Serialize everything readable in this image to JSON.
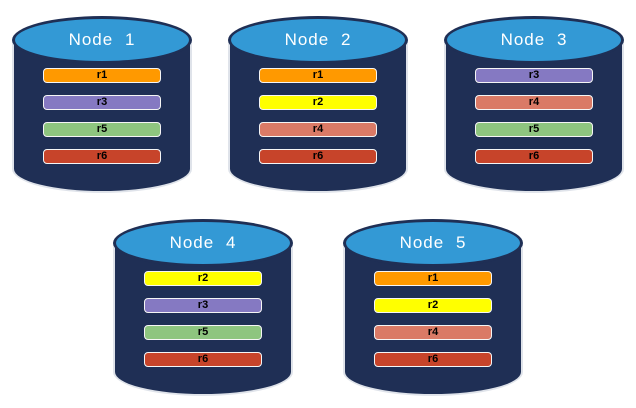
{
  "diagram": {
    "type": "database-replica-distribution",
    "colors": {
      "page_background": "#ffffff",
      "cylinder_body": "#1F2F55",
      "cylinder_top_fill": "#3399D5",
      "cylinder_top_border": "#1F2F55",
      "cylinder_outline": "#dfe3ea",
      "title_text": "#FFFFFF",
      "bar_text": "#000000",
      "bar_border": "#F5F5F5"
    },
    "replica_colors": {
      "r1": "#FF9900",
      "r2": "#FFFF00",
      "r3": "#8579C2",
      "r4": "#DA7A66",
      "r5": "#8EC57F",
      "r6": "#C7442A"
    },
    "nodes": [
      {
        "label": "Node 1",
        "row": 1,
        "replicas": [
          "r1",
          "r3",
          "r5",
          "r6"
        ]
      },
      {
        "label": "Node 2",
        "row": 1,
        "replicas": [
          "r1",
          "r2",
          "r4",
          "r6"
        ]
      },
      {
        "label": "Node 3",
        "row": 1,
        "replicas": [
          "r3",
          "r4",
          "r5",
          "r6"
        ]
      },
      {
        "label": "Node 4",
        "row": 2,
        "replicas": [
          "r2",
          "r3",
          "r5",
          "r6"
        ]
      },
      {
        "label": "Node 5",
        "row": 2,
        "replicas": [
          "r1",
          "r2",
          "r4",
          "r6"
        ]
      }
    ]
  }
}
